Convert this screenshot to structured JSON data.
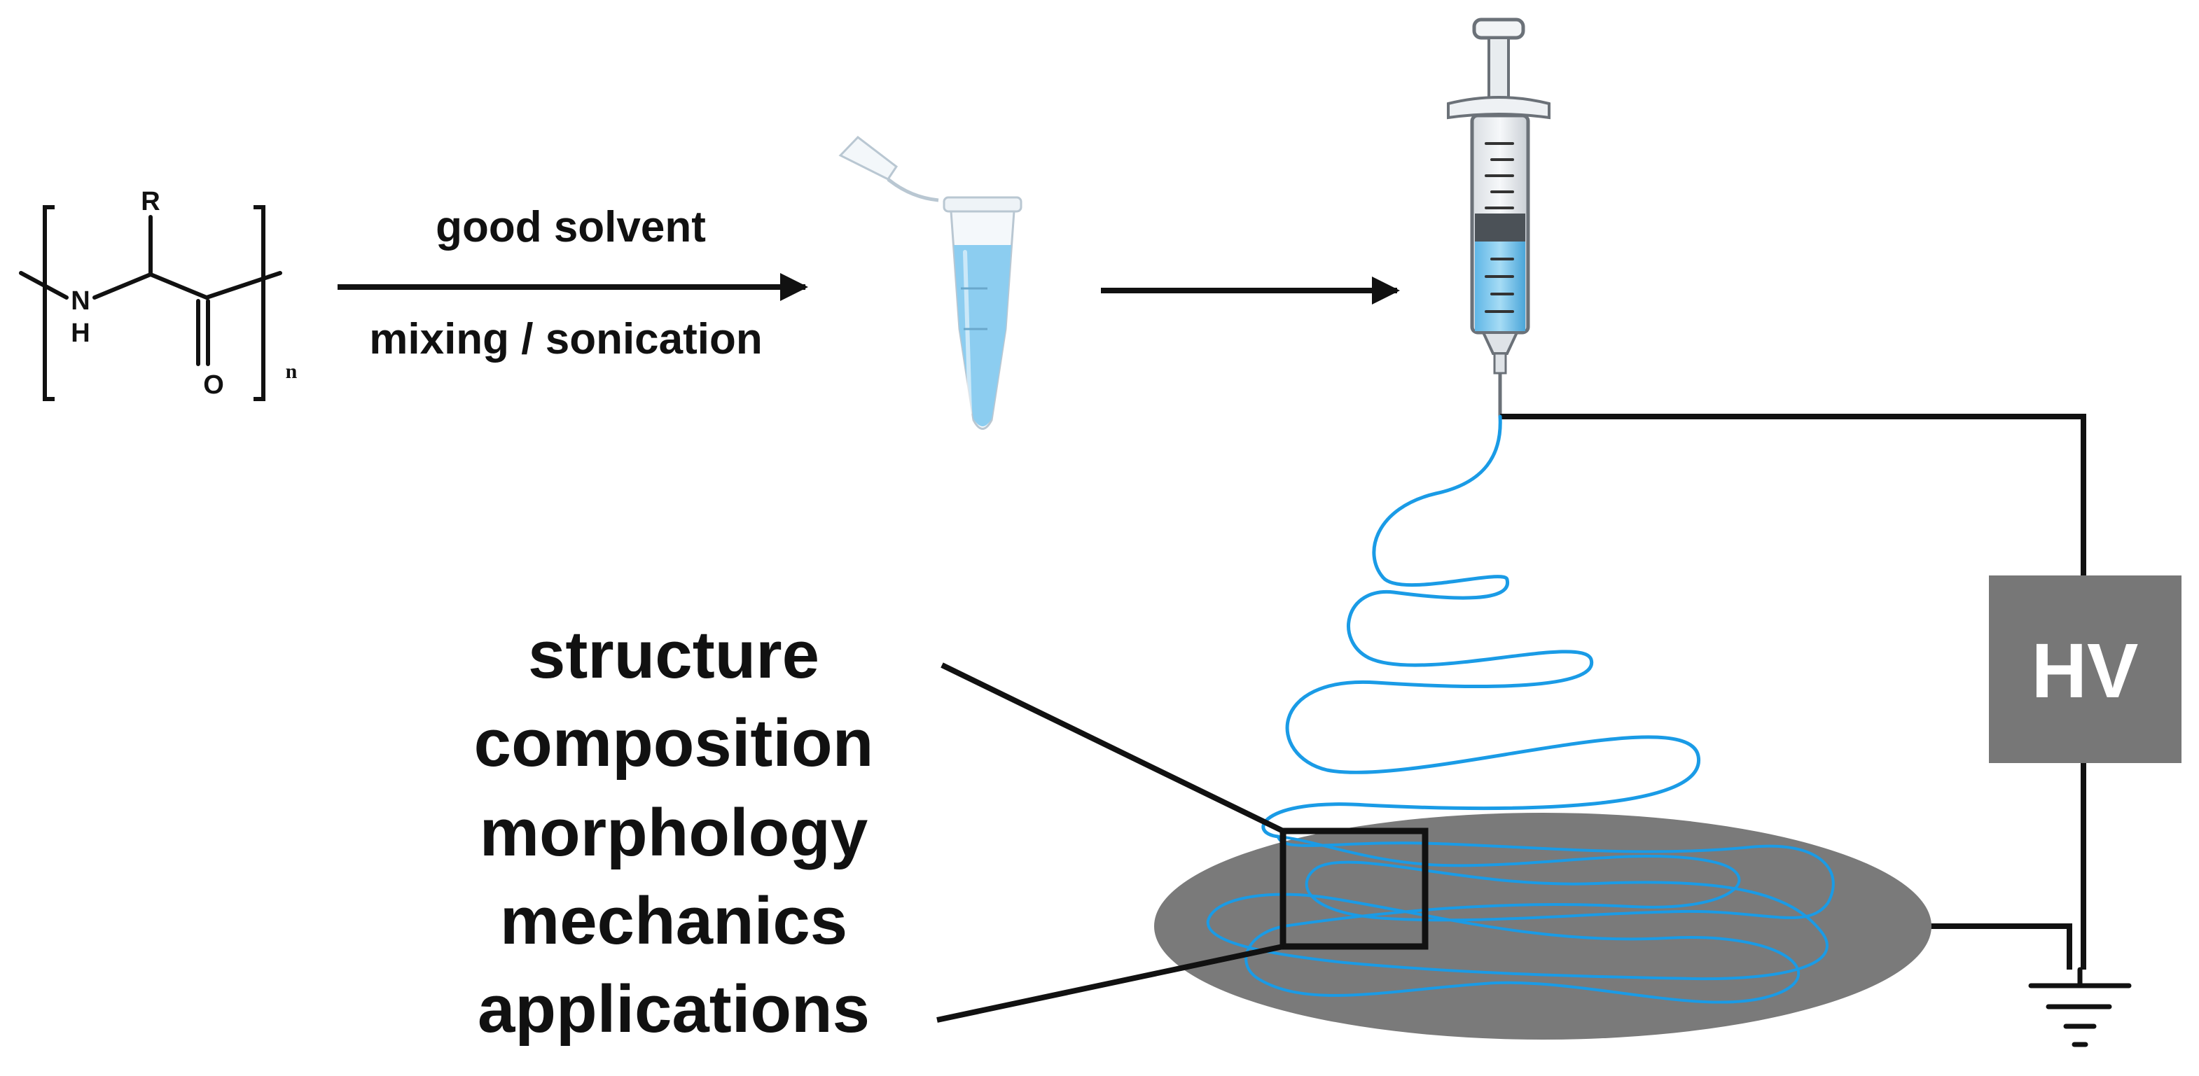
{
  "colors": {
    "ink": "#111111",
    "fiber": "#1a9be6",
    "solution": "#8ccdf0",
    "collector": "#7a7a7a",
    "hv_box": "#777777"
  },
  "monomer": {
    "side_group": "R",
    "amine_n": "N",
    "amine_h": "H",
    "carbonyl_o": "O",
    "repeat_subscript": "n"
  },
  "step1": {
    "above_arrow": "good solvent",
    "below_arrow": "mixing / sonication"
  },
  "icons": {
    "tube": "microcentrifuge-tube-icon",
    "syringe": "syringe-icon",
    "ground": "ground-symbol-icon"
  },
  "power_supply": {
    "label": "HV"
  },
  "properties": [
    "structure",
    "composition",
    "morphology",
    "mechanics",
    "applications"
  ]
}
